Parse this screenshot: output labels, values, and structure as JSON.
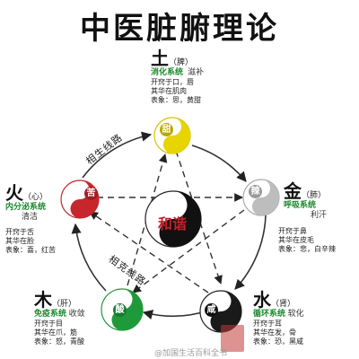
{
  "title": "中医脏腑理论",
  "center": {
    "text": "和谐"
  },
  "routes": {
    "generating": "相生线路",
    "restraining": "相克线路"
  },
  "elements": {
    "earth": {
      "name": "土",
      "organ": "（脾）",
      "system": "消化系统",
      "effect": "滋补",
      "taste": "甜",
      "attrs": [
        "开窍于口，唇",
        "其华在肌肉",
        "表象：思，黄甜"
      ],
      "color": "#e8d400"
    },
    "metal": {
      "name": "金",
      "organ": "（肺）",
      "system": "呼吸系统",
      "effect": "利汗",
      "taste": "辣",
      "attrs": [
        "开窍于鼻",
        "其华在皮毛",
        "表象：悲，白辛辣"
      ],
      "color": "#bdbdbd"
    },
    "fire": {
      "name": "火",
      "organ": "（心）",
      "system": "内分泌系统",
      "effect": "清洁",
      "taste": "苦",
      "attrs": [
        "开窍于舌",
        "其华在脸",
        "表象：喜，红苦"
      ],
      "color": "#c6262c"
    },
    "wood": {
      "name": "木",
      "organ": "（肝）",
      "system": "免疫系统",
      "effect": "收敛",
      "taste": "酸",
      "attrs": [
        "开窍于目",
        "其华在爪，筋",
        "表象：怒，青酸"
      ],
      "color": "#1f9a3a"
    },
    "water": {
      "name": "水",
      "organ": "（肾）",
      "system": "循环系统",
      "effect": "软化",
      "taste": "咸",
      "attrs": [
        "开窍于耳",
        "其华在发，骨",
        "表象：恐，黑咸"
      ],
      "color": "#1a1a1a"
    }
  },
  "watermark": "@加国生活百科全书"
}
